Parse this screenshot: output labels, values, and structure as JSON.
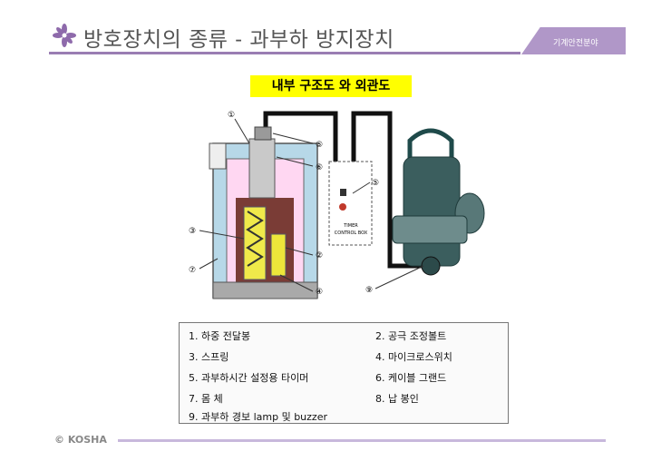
{
  "header": {
    "title": "방호장치의 종류 - 과부하 방지장치",
    "tab_label": "기계안전분야"
  },
  "subtitle": "내부 구조도 와 외관도",
  "diagram": {
    "callouts": [
      "①",
      "⑤",
      "⑥",
      "③",
      "⑦",
      "②",
      "④",
      "⑤",
      "⑨"
    ],
    "box_label_line1": "TIMER",
    "box_label_line2": "CONTROL BOX"
  },
  "legend": {
    "items": [
      "1. 하중 전달봉",
      "2. 공극 조정볼트",
      "3. 스프링",
      "4. 마이크로스위치",
      "5. 과부하시간 설정용 타이머",
      "6. 케이블 그랜드",
      "7. 몸 체",
      "8. 납 봉인",
      "9. 과부하 경보 lamp 및 buzzer"
    ]
  },
  "footer": {
    "logo_text": "KOSHA"
  },
  "colors": {
    "accent": "#9a7db3",
    "tab": "#b097c8",
    "subtitle_bg": "#ffff00"
  }
}
